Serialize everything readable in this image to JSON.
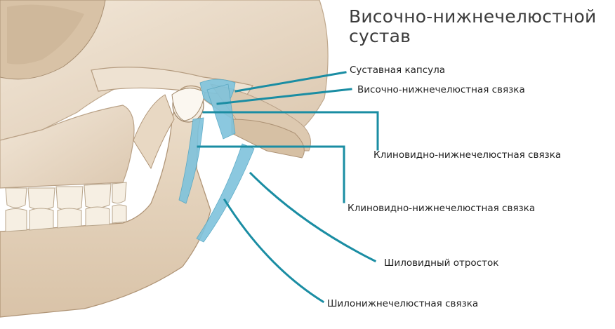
{
  "title": {
    "line1": "Височно-нижнечелюстной",
    "line2": "сустав"
  },
  "labels": {
    "capsule": "Суставная капсула",
    "temporomandibular_ligament": "Височно-нижнечелюстная связка",
    "sphenomandibular_ligament_1": "Клиновидно-нижнечелюстная связка",
    "sphenomandibular_ligament_2": "Клиновидно-нижнечелюстная связка",
    "styloid_process": "Шиловидный отросток",
    "stylomandibular_ligament": "Шилонижнечелюстная связка"
  },
  "colors": {
    "leader_line": "#1a8da3",
    "ligament": "#7fc3dc",
    "bone": "#eadccb",
    "bone_shadow": "#c9b29a",
    "tooth": "#f5efe4"
  }
}
